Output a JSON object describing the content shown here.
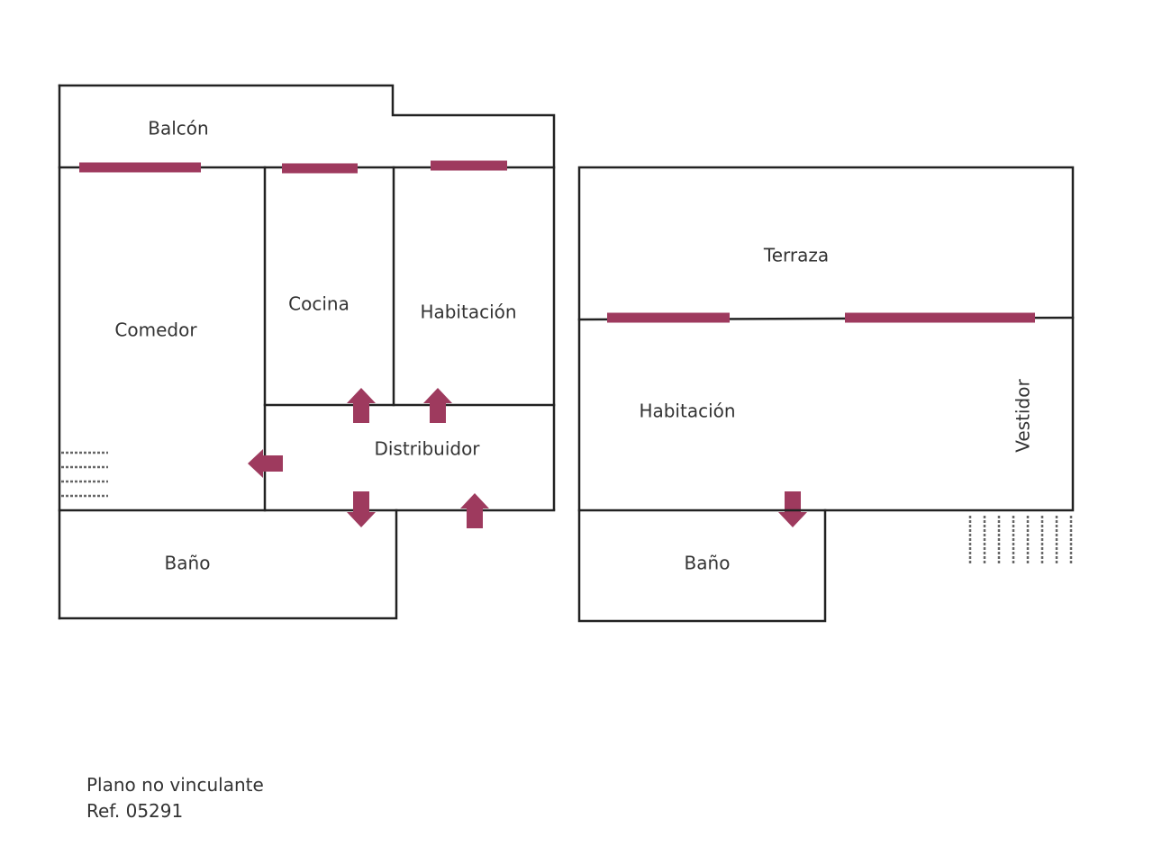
{
  "plan": {
    "accent_color": "#9e3a5e",
    "left_floor": {
      "rooms": {
        "balcon": "Balcón",
        "comedor": "Comedor",
        "cocina": "Cocina",
        "habitacion": "Habitación",
        "distribuidor": "Distribuidor",
        "bano": "Baño"
      }
    },
    "right_floor": {
      "rooms": {
        "terraza": "Terraza",
        "habitacion": "Habitación",
        "vestidor": "Vestidor",
        "bano": "Baño"
      }
    }
  },
  "footer": {
    "disclaimer": "Plano no vinculante",
    "reference": "Ref. 05291"
  }
}
